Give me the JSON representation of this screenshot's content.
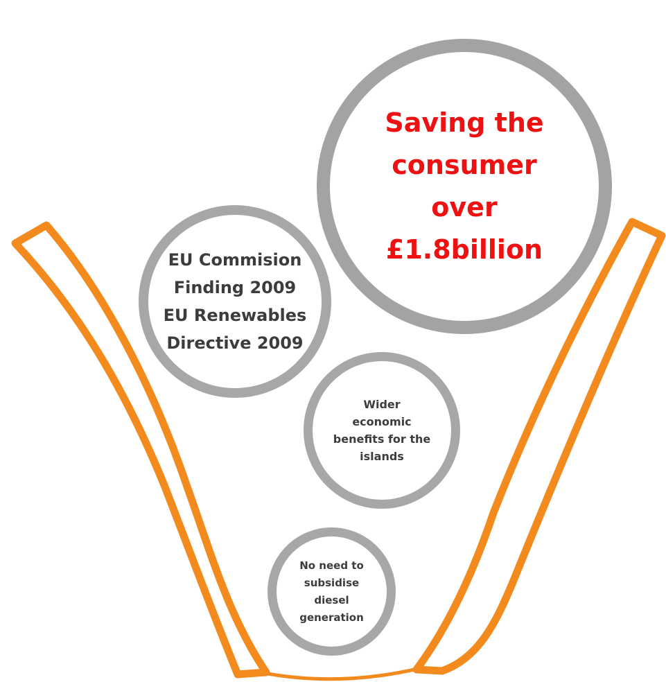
{
  "colors": {
    "funnel": "#f28a1d",
    "bubble_ring": "#a7a7a7",
    "highlight_text": "#ee1111",
    "body_text": "#3c3c3c"
  },
  "bubbles": {
    "saving": {
      "lines": [
        "Saving the",
        "consumer",
        "over",
        "£1.8billion"
      ]
    },
    "eu": {
      "lines": [
        "EU Commision",
        "Finding 2009",
        "EU Renewables",
        "Directive 2009"
      ]
    },
    "wider": {
      "lines": [
        "Wider",
        "economic",
        "benefits for the",
        "islands"
      ]
    },
    "diesel": {
      "lines": [
        "No need to",
        "subsidise",
        "diesel",
        "generation"
      ]
    }
  }
}
